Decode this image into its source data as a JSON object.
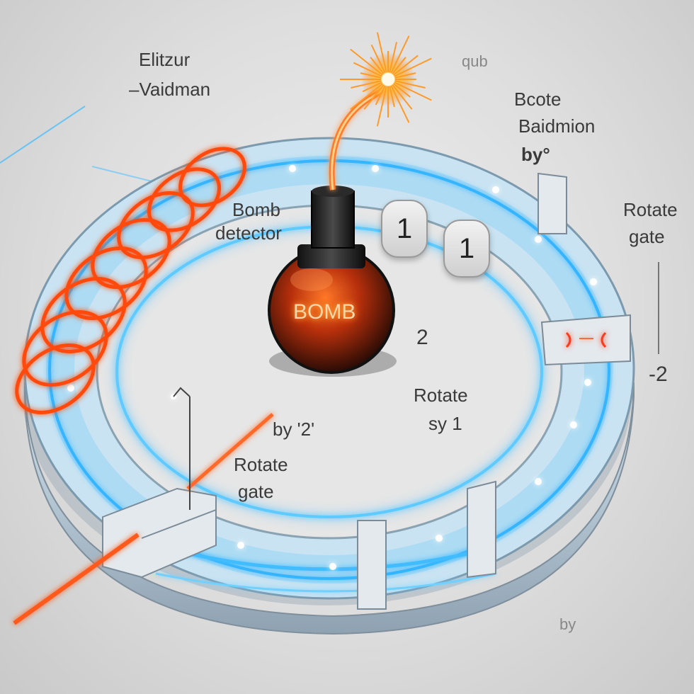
{
  "labels": {
    "title_line1": "Elitzur",
    "title_line2": "–Vaidman",
    "faint_top": "qub",
    "right_top_line1": "Bcote",
    "right_top_line2": "Baidmion",
    "right_top_line3": "by°",
    "rotate_right_line1": "Rotate",
    "rotate_right_line2": "gate",
    "bomb_detector_line1": "Bomb",
    "bomb_detector_line2": "detector",
    "bomb": "BOMB",
    "badge_1a": "1",
    "badge_1b": "1",
    "center_2": "2",
    "right_minus_2": "-2",
    "rotate_center_line1": "Rotate",
    "rotate_center_line2": "sy 1",
    "by_2": "by '2'",
    "rotate_left_line1": "Rotate",
    "rotate_left_line2": "gate",
    "faint_bottom": "by"
  },
  "colors": {
    "beam_blue": "#33b6ff",
    "laser_orange": "#ff5a1f",
    "coil_orange": "#ff4a10",
    "bomb_red": "#c23a12",
    "track_glass": "#9fd6f2"
  }
}
